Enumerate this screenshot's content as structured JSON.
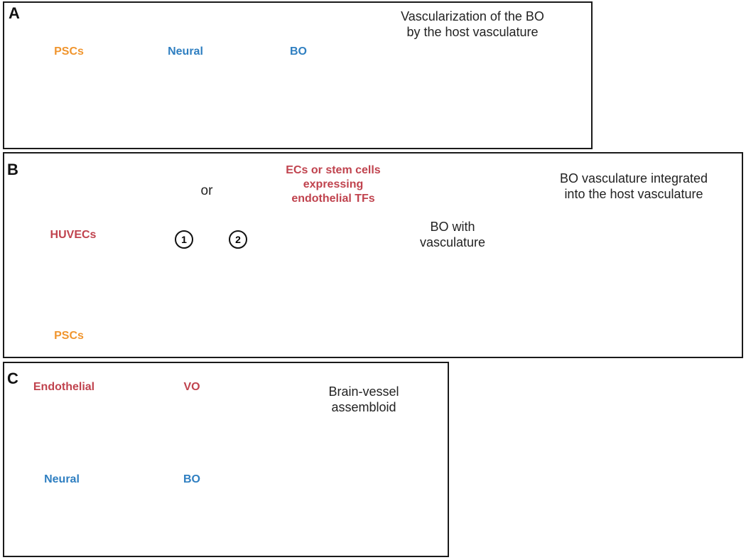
{
  "panel_a": {
    "label": "A",
    "pscs": "PSCs",
    "neural": "Neural",
    "bo": "BO",
    "caption_line1": "Vascularization of the BO",
    "caption_line2": "by the host vasculature"
  },
  "panel_b": {
    "label": "B",
    "huvecs": "HUVECs",
    "or": "or",
    "ecs_line1": "ECs or stem cells",
    "ecs_line2": "expressing",
    "ecs_line3": "endothelial TFs",
    "route1": "1",
    "route2": "2",
    "pscs": "PSCs",
    "bo_with_line1": "BO with",
    "bo_with_line2": "vasculature",
    "caption_line1": "BO vasculature integrated",
    "caption_line2": "into the host vasculature"
  },
  "panel_c": {
    "label": "C",
    "endothelial": "Endothelial",
    "vo": "VO",
    "neural": "Neural",
    "bo": "BO",
    "assembloid_line1": "Brain-vessel",
    "assembloid_line2": "assembloid"
  },
  "colors": {
    "psc": "#f0952e",
    "neural": "#2f7fc1",
    "endothelial": "#c0434e",
    "arrow_green": "#5a9b3c"
  }
}
